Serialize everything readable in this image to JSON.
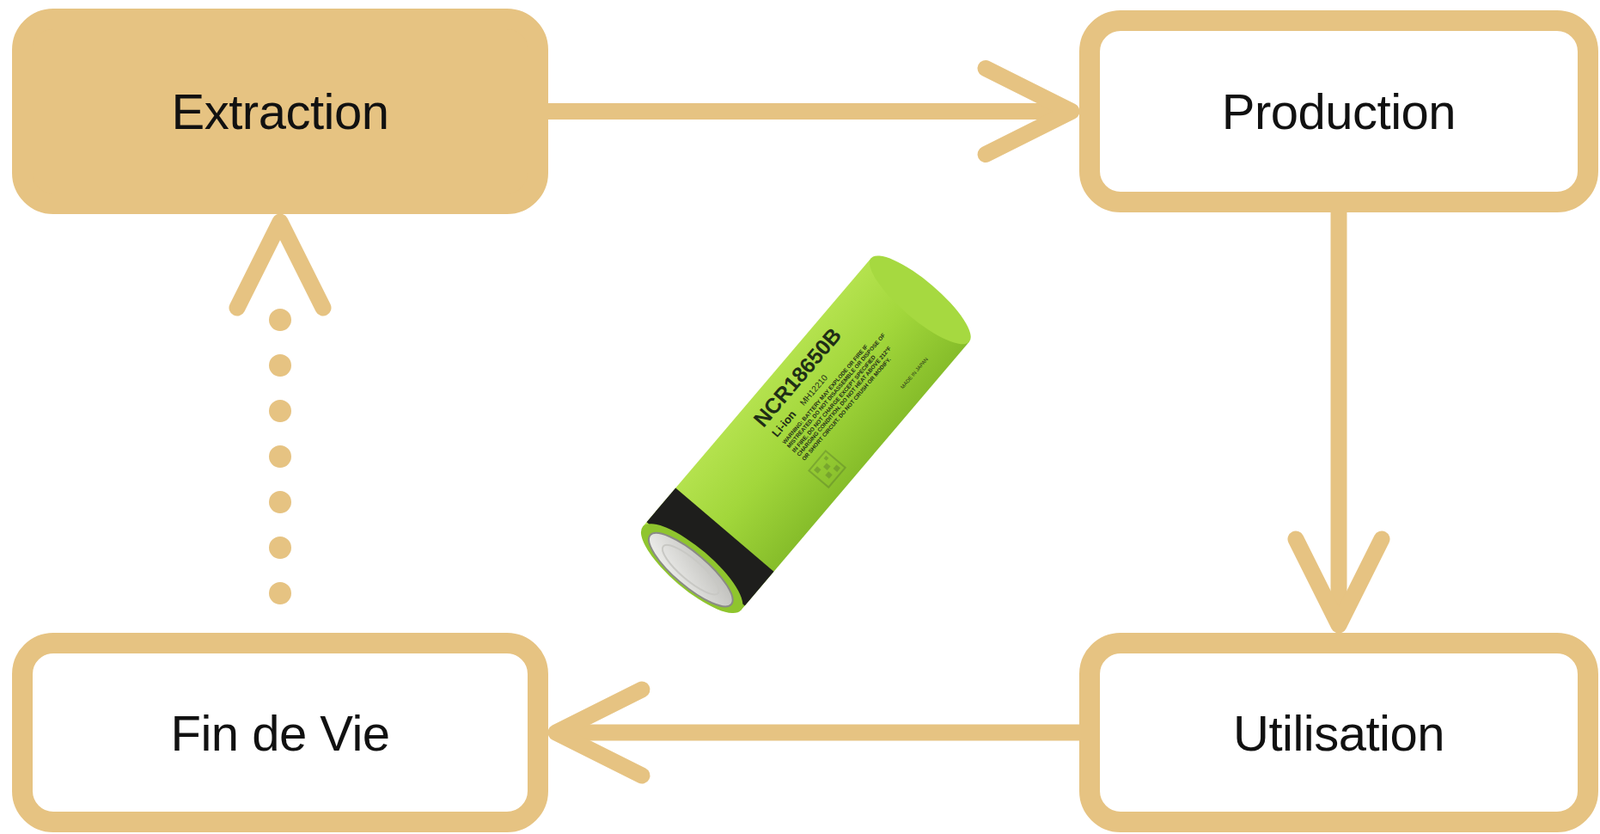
{
  "diagram": {
    "nodes": [
      {
        "text": [
          "Extraction"
        ]
      },
      {
        "text": [
          "Production"
        ]
      },
      {
        "text": [
          "Utilisation"
        ]
      },
      {
        "text": [
          "Fin de Vie"
        ]
      }
    ],
    "edges": [
      {
        "from": 0,
        "to": 1,
        "arrow": "to"
      },
      {
        "from": 1,
        "to": 2,
        "arrow": "to"
      },
      {
        "from": 2,
        "to": 3,
        "arrow": "to"
      },
      {
        "from": 3,
        "to": 0,
        "arrow": "to"
      }
    ],
    "labels": [
      "NCR18650B",
      "Li-ion",
      "MH12210",
      "WARNING: BATTERY MAY EXPLODE OR FIRE IF MISTREATED. DO NOT DISASSEMBLE OR DISPOSE OF IN FIRE. DO NOT CHARGE EXCEPT SPECIFIED CHARGING CONDITION. DO NOT HEAT ABOVE 212°F OR SHORT CIRCUIT. DO NOT CRUSH OR MODIFY.",
      "MADE IN JAPAN"
    ]
  }
}
